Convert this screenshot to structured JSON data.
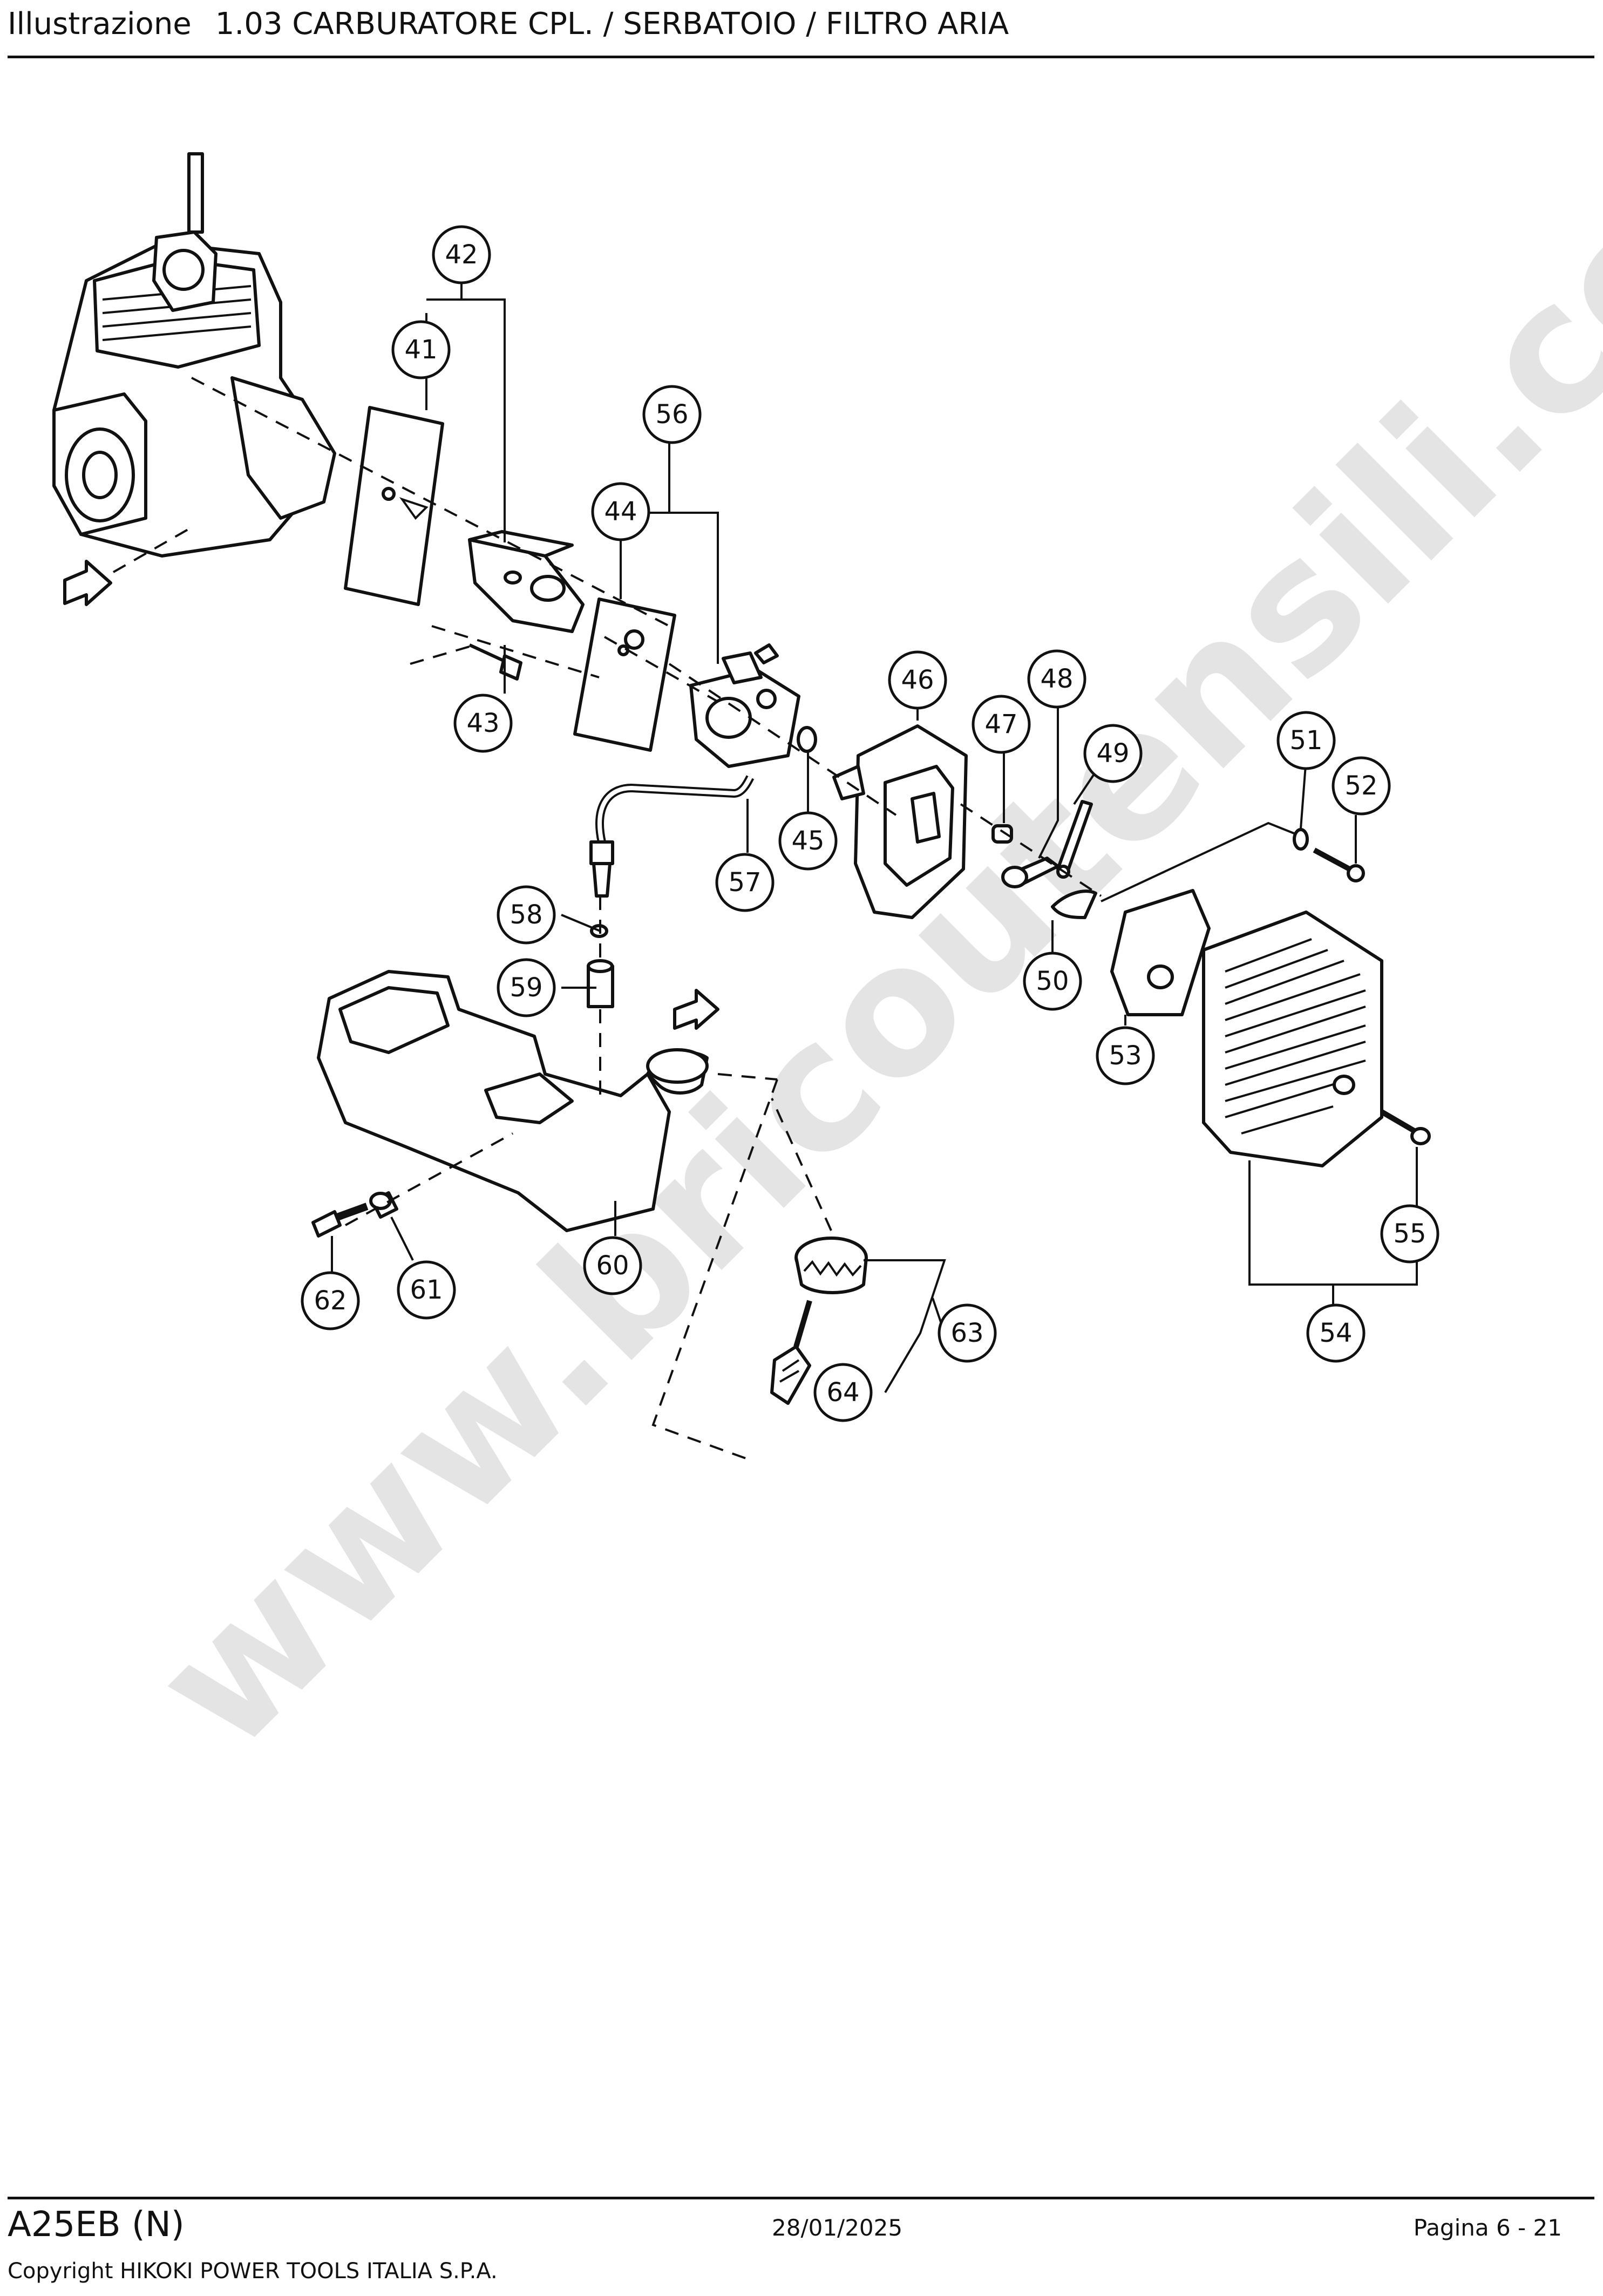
{
  "header": {
    "label": "Illustrazione",
    "title": "1.03 CARBURATORE CPL. / SERBATOIO / FILTRO ARIA"
  },
  "watermark": "www.bricoutensili.com",
  "callouts": [
    "41",
    "42",
    "43",
    "44",
    "45",
    "46",
    "47",
    "48",
    "49",
    "50",
    "51",
    "52",
    "53",
    "54",
    "55",
    "56",
    "57",
    "58",
    "59",
    "60",
    "61",
    "62",
    "63",
    "64"
  ],
  "footer": {
    "model": "A25EB (N)",
    "date": "28/01/2025",
    "page": "Pagina 6 - 21",
    "copyright": "Copyright HIKOKI POWER TOOLS ITALIA S.P.A."
  }
}
